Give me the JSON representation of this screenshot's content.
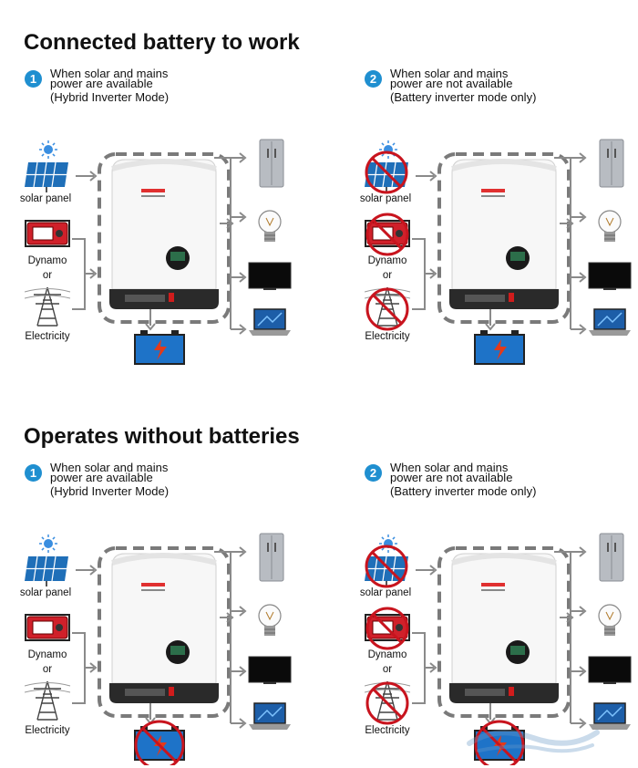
{
  "sections": [
    {
      "title": "Connected battery to work",
      "panels": [
        {
          "number": "1",
          "condition_line1": "When solar and mains",
          "condition_line2": "power are available",
          "mode": "(Hybrid Inverter Mode)",
          "inputs_available": true,
          "battery_present": true
        },
        {
          "number": "2",
          "condition_line1": "When solar and mains",
          "condition_line2": "power are not available",
          "mode": "(Battery inverter mode only)",
          "inputs_available": false,
          "battery_present": true
        }
      ]
    },
    {
      "title": "Operates without batteries",
      "panels": [
        {
          "number": "1",
          "condition_line1": "When solar and mains",
          "condition_line2": "power are available",
          "mode": "(Hybrid Inverter Mode)",
          "inputs_available": true,
          "battery_present": false
        },
        {
          "number": "2",
          "condition_line1": "When solar and mains",
          "condition_line2": "power are not available",
          "mode": "(Battery inverter mode only)",
          "inputs_available": false,
          "battery_present": false
        }
      ]
    }
  ],
  "labels": {
    "solar_panel": "solar panel",
    "dynamo": "Dynamo",
    "or": "or",
    "electricity": "Electricity"
  },
  "colors": {
    "badge": "#1f8fd0",
    "arrow": "#8a8a8a",
    "dashed_border": "#7a7a7a",
    "solar_blue": "#1f6fb8",
    "generator_red": "#d0202a",
    "prohibited_red": "#c8141e",
    "battery_blue": "#1e73c8"
  },
  "icons": {
    "badge": "number-badge-icon",
    "solar": "solar-panel-icon",
    "dynamo": "generator-icon",
    "grid": "power-tower-icon",
    "inverter": "inverter-icon",
    "battery": "battery-icon",
    "fridge": "refrigerator-icon",
    "bulb": "light-bulb-icon",
    "tv": "television-icon",
    "laptop": "laptop-icon",
    "prohibited": "prohibited-icon"
  }
}
